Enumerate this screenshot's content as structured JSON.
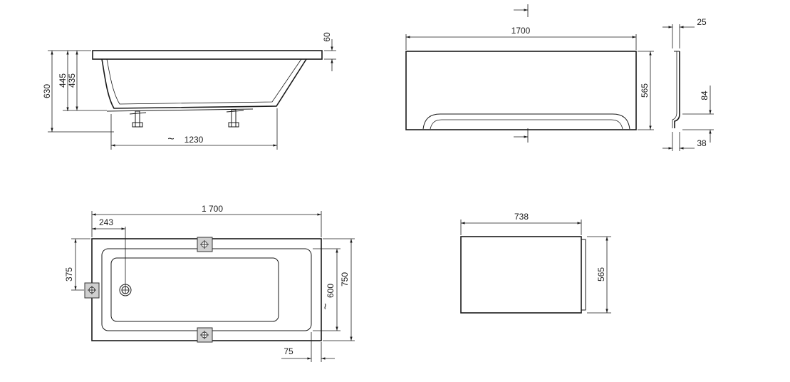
{
  "dimensions": {
    "side_view": {
      "rim_height": "60",
      "total_height": "630",
      "height_445": "445",
      "height_435": "435",
      "bottom_length": "1230",
      "approx_symbol": "~"
    },
    "front_panel": {
      "length": "1700",
      "height": "565",
      "profile_top": "25",
      "profile_mid": "84",
      "profile_bottom": "38"
    },
    "top_view": {
      "length": "1 700",
      "drain_offset_x": "243",
      "drain_offset_y": "375",
      "inner_width": "600",
      "outer_width": "750",
      "edge_offset": "75",
      "approx_symbol": "~"
    },
    "end_panel": {
      "length": "738",
      "height": "565"
    }
  },
  "colors": {
    "line": "#1a1a1a",
    "bracket": "#cfcfcf"
  }
}
